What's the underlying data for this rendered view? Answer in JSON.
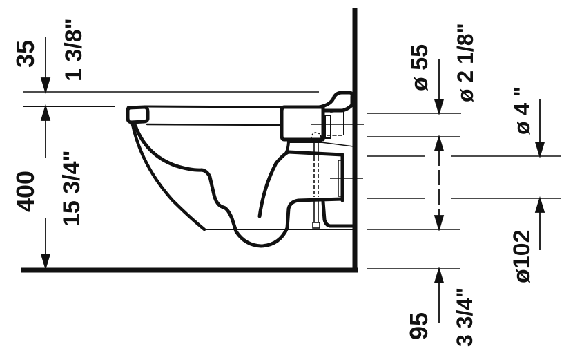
{
  "drawing": {
    "subject": "wall-mounted toilet side view",
    "line_color": "#111111",
    "background": "#ffffff"
  },
  "dimensions": {
    "top_gap": {
      "metric": "35",
      "imperial": "1 3/8\""
    },
    "height": {
      "metric": "400",
      "imperial": "15 3/4\""
    },
    "inlet_diameter": {
      "metric": "ø 55",
      "imperial": "ø 2 1/8\""
    },
    "outlet_diameter_imperial": {
      "imperial": "ø 4 \""
    },
    "outlet_diameter_metric": {
      "metric": "ø102"
    },
    "bottom_offset": {
      "metric": "95",
      "imperial": "3 3/4\""
    }
  }
}
